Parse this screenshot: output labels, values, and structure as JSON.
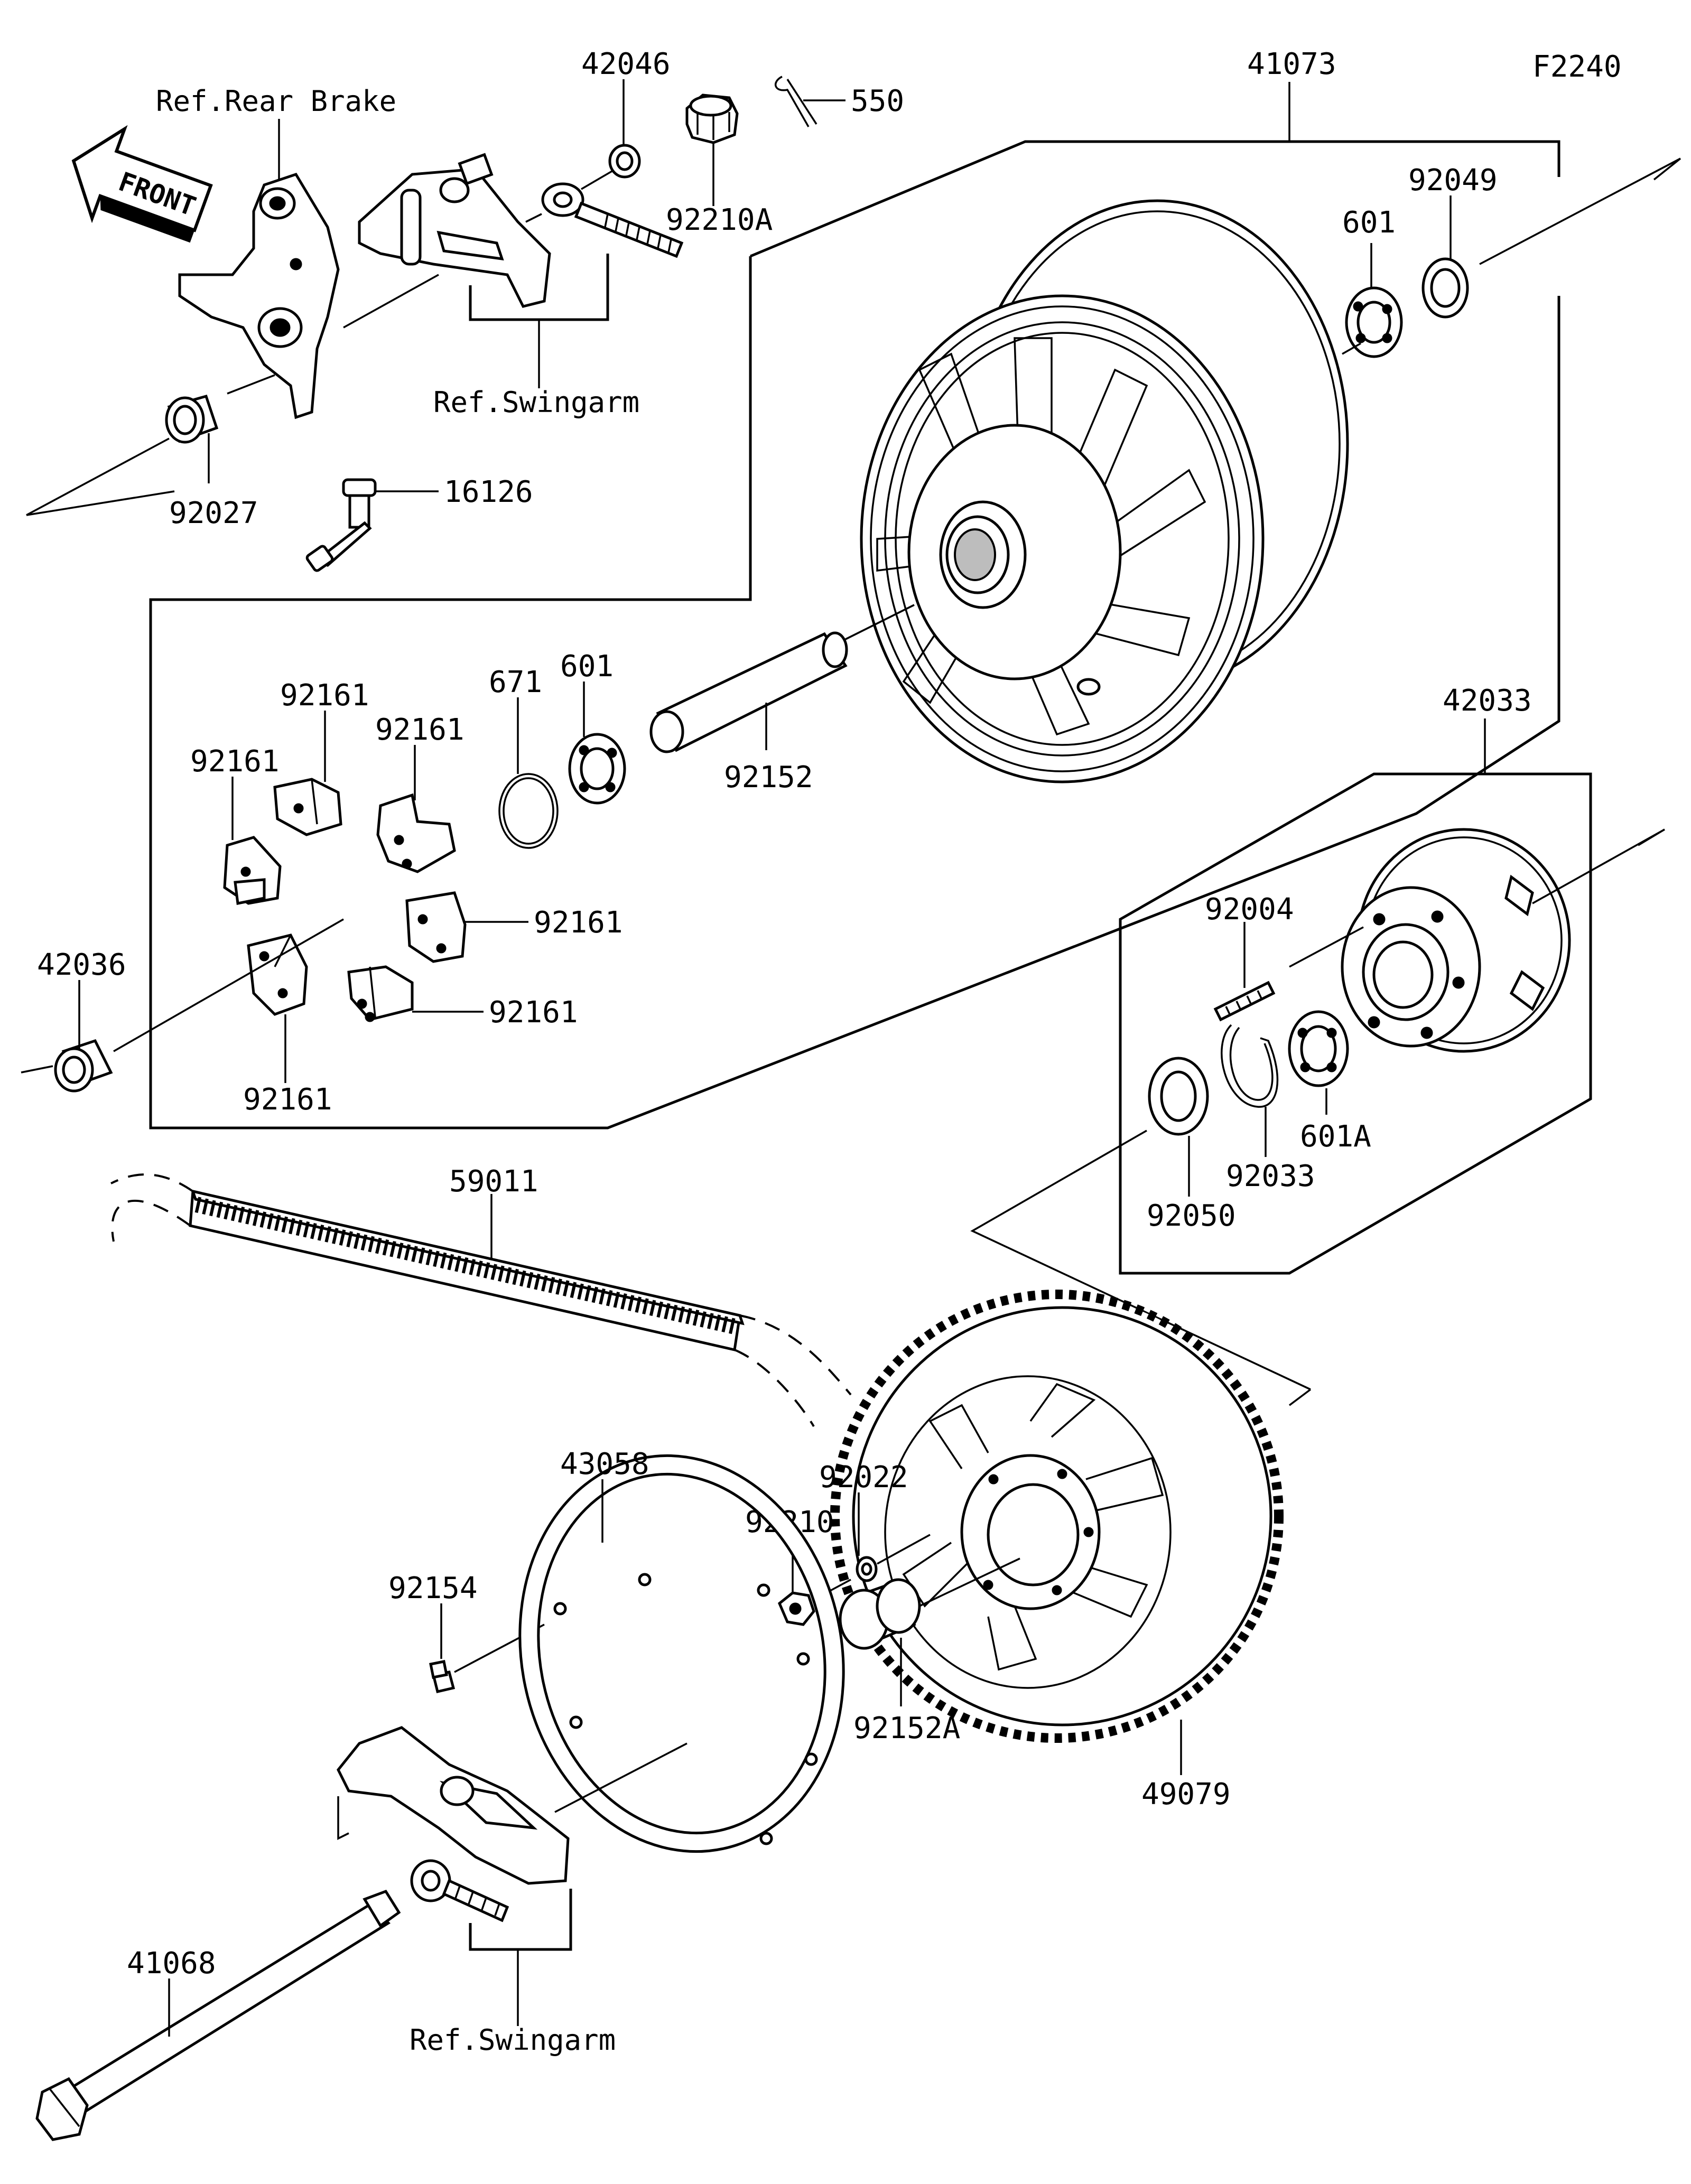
{
  "figure_code": "F2240",
  "front_label": "FRONT",
  "refs": {
    "rear_brake": "Ref.Rear Brake",
    "swingarm_top": "Ref.Swingarm",
    "swingarm_bottom": "Ref.Swingarm"
  },
  "parts": {
    "p42046": "42046",
    "p550": "550",
    "p92210A": "92210A",
    "p41073": "41073",
    "p92049": "92049",
    "p601_hub": "601",
    "p92027": "92027",
    "p16126": "16126",
    "p92161_a": "92161",
    "p92161_b": "92161",
    "p92161_c": "92161",
    "p92161_d": "92161",
    "p92161_e": "92161",
    "p92161_f": "92161",
    "p671": "671",
    "p601_left": "601",
    "p92152": "92152",
    "p42036": "42036",
    "p42033": "42033",
    "p92004": "92004",
    "p601A": "601A",
    "p92033": "92033",
    "p92050": "92050",
    "p59011": "59011",
    "p43058": "43058",
    "p92022": "92022",
    "p92210": "92210",
    "p92154": "92154",
    "p92152A": "92152A",
    "p49079": "49079",
    "p41068": "41068"
  }
}
